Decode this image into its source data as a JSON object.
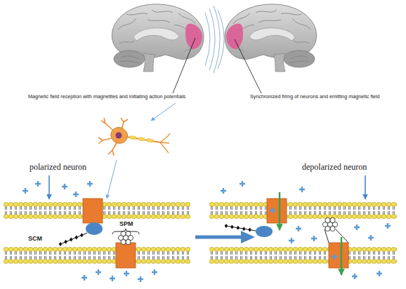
{
  "diagram": {
    "labels": [
      "Magnetic field reception with magnetites and initiating action potentials",
      "Synchronized firing of neurons and emitting magnetic field",
      "polarized neuron",
      "SCM",
      "SPM",
      "depolarized neuron"
    ]
  }
}
